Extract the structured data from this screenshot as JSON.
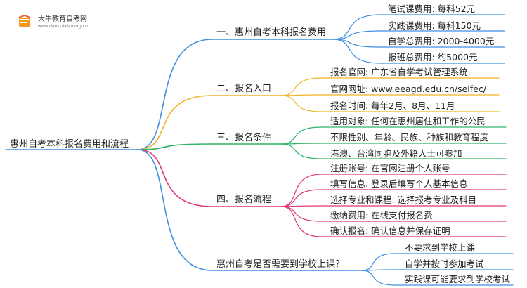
{
  "logo": {
    "title": "大牛教育自考网",
    "url": "www.daniuzixiao.org.cn"
  },
  "mindmap": {
    "root": "惠州自考本科报名费用和流程",
    "branches": [
      {
        "label": "一、惠州自考本科报名费用",
        "color": "#3d8fe0",
        "leaves": [
          "笔试课费用: 每科52元",
          "实践课费用: 每科150元",
          "自学总费用: 2000-4000元",
          "报班总费用: 约5000元"
        ]
      },
      {
        "label": "二、报名入口",
        "color": "#f0b323",
        "leaves": [
          "报名官网: 广东省自学考试管理系统",
          "官网网址: www.eeagd.edu.cn/selfec/",
          "报名时间: 每年2月、8月、11月"
        ]
      },
      {
        "label": "三、报名条件",
        "color": "#2db46a",
        "leaves": [
          "适用对象: 任何在惠州居住和工作的公民",
          "不限性别、年龄、民族、种族和教育程度",
          "港澳、台湾同胞及外籍人士可参加"
        ]
      },
      {
        "label": "四、报名流程",
        "color": "#e0367a",
        "leaves": [
          "注册账号: 在官网注册个人账号",
          "填写信息: 登录后填写个人基本信息",
          "选择专业和课程: 选择报考专业及科目",
          "缴纳费用: 在线支付报名费",
          "确认报名: 确认信息并保存证明"
        ]
      },
      {
        "label": "惠州自考是否需要到学校上课？",
        "color": "#3d8fe0",
        "leaves": [
          "不要求到学校上课",
          "自学并按时参加考试",
          "实践课可能要求到学校考试"
        ]
      }
    ]
  }
}
